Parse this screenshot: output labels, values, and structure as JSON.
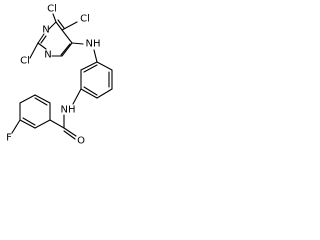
{
  "molecule": {
    "atom_labels": {
      "cl_top": "Cl",
      "cl_upper_right": "Cl",
      "cl_left": "Cl",
      "n_upper": "N",
      "n_lower": "N",
      "nh_upper": "NH",
      "nh_lower": "NH",
      "oxygen": "O",
      "fluorine": "F"
    }
  }
}
